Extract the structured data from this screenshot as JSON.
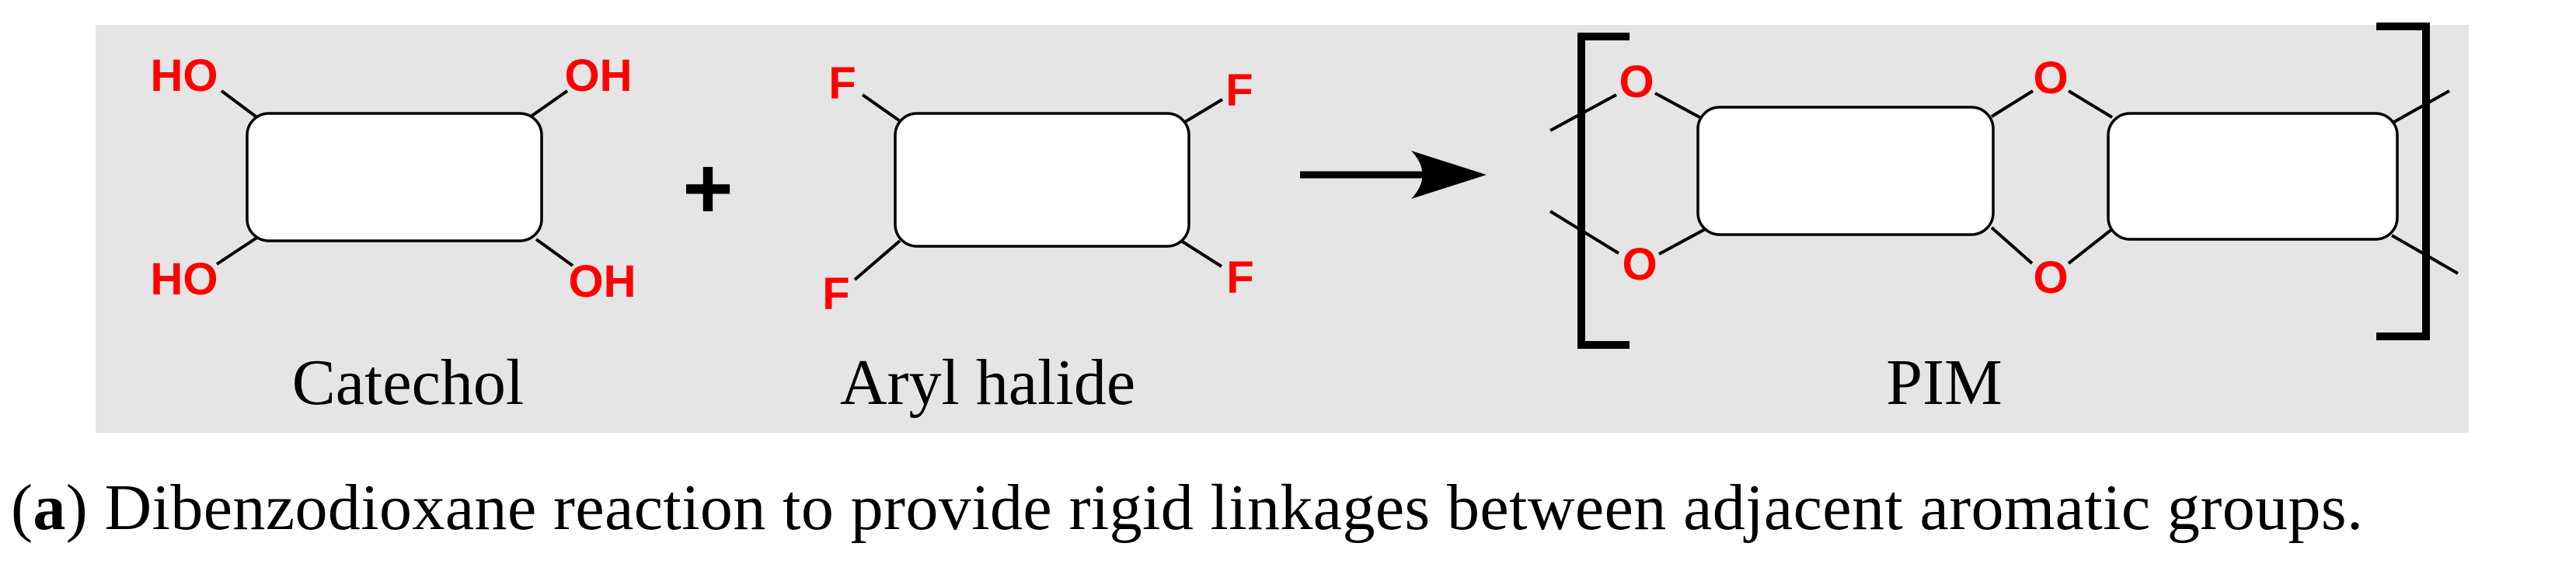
{
  "colors": {
    "panel_bg": "#e5e5e5",
    "substituent_red": "#fe0000",
    "ink_black": "#000000"
  },
  "reaction": {
    "catechol": {
      "name": "Catechol",
      "sub_top_left": "HO",
      "sub_top_right": "OH",
      "sub_bottom_left": "HO",
      "sub_bottom_right": "OH"
    },
    "plus_operator": "+",
    "aryl_halide": {
      "name": "Aryl halide",
      "sub_top_left": "F",
      "sub_top_right": "F",
      "sub_bottom_left": "F",
      "sub_bottom_right": "F"
    },
    "pim": {
      "name": "PIM",
      "oxygen_left_top": "O",
      "oxygen_left_bottom": "O",
      "oxygen_mid_top": "O",
      "oxygen_mid_bottom": "O"
    }
  },
  "caption": {
    "open_paren": "(",
    "panel_letter": "a",
    "text_after": ") Dibenzodioxane reaction to provide rigid linkages between adjacent aromatic groups."
  }
}
